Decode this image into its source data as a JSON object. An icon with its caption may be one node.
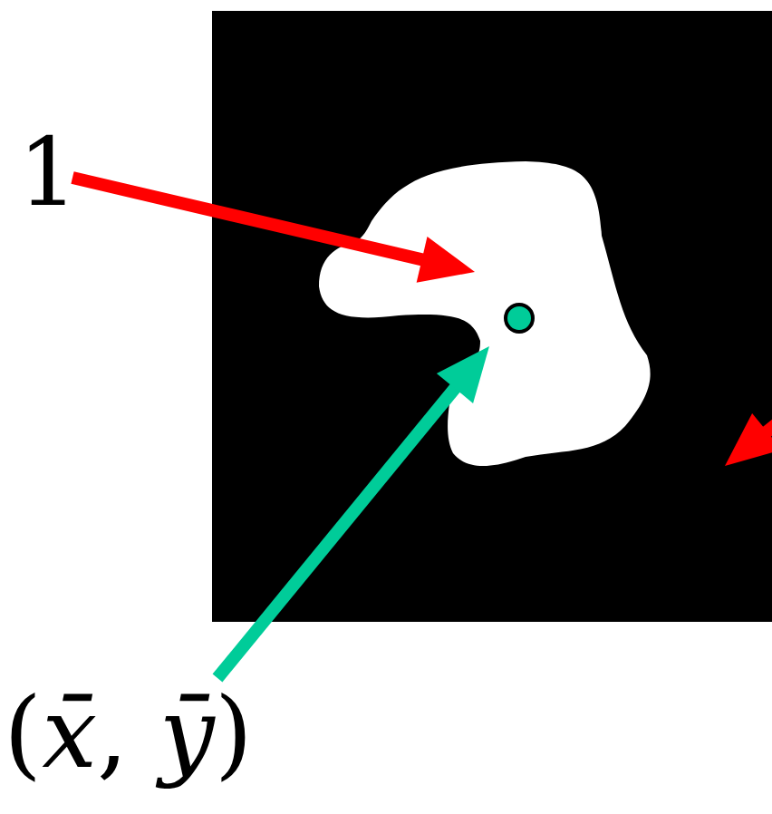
{
  "diagram": {
    "nodes": [
      {
        "text": [
          "1"
        ]
      },
      {
        "text": [],
        "shape": "box"
      },
      {
        "text": [],
        "shape": "blob",
        "in": 1
      },
      {
        "text": [],
        "shape": "circle",
        "in": 2
      },
      {
        "text": [
          "(*x̄*, *ȳ*)"
        ]
      }
    ],
    "edges": [
      {
        "from": 0,
        "to": 2,
        "arrow": "to"
      },
      {
        "from": 4,
        "to": 3,
        "arrow": "to",
        "color": "#00cc99"
      },
      {
        "from": null,
        "to": 1,
        "arrow": "to"
      }
    ]
  }
}
